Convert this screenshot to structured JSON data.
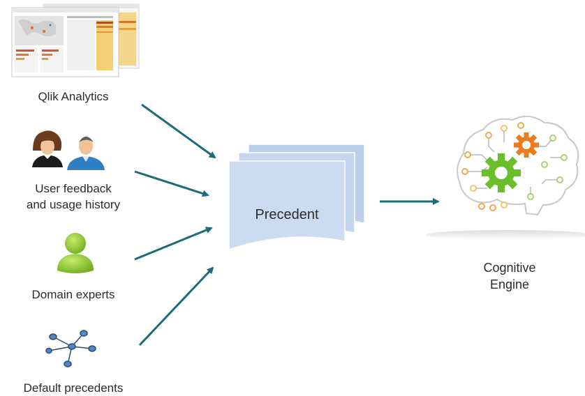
{
  "sources": [
    {
      "label": "Qlik Analytics",
      "icon": "dashboard-screenshot-icon"
    },
    {
      "label": "User feedback\nand usage history",
      "icon": "users-icon"
    },
    {
      "label": "Domain experts",
      "icon": "person-icon"
    },
    {
      "label": "Default precedents",
      "icon": "network-graph-icon"
    }
  ],
  "center": {
    "label": "Precedent",
    "icon": "document-stack-icon"
  },
  "target": {
    "label": "Cognitive\nEngine",
    "icon": "brain-gears-icon"
  },
  "colors": {
    "arrow": "#1b6b7a",
    "document_fill": "#c9d8ee",
    "gear_green": "#6bbf2a",
    "gear_orange": "#ee7a1e",
    "person_green": "#8cc63f"
  }
}
